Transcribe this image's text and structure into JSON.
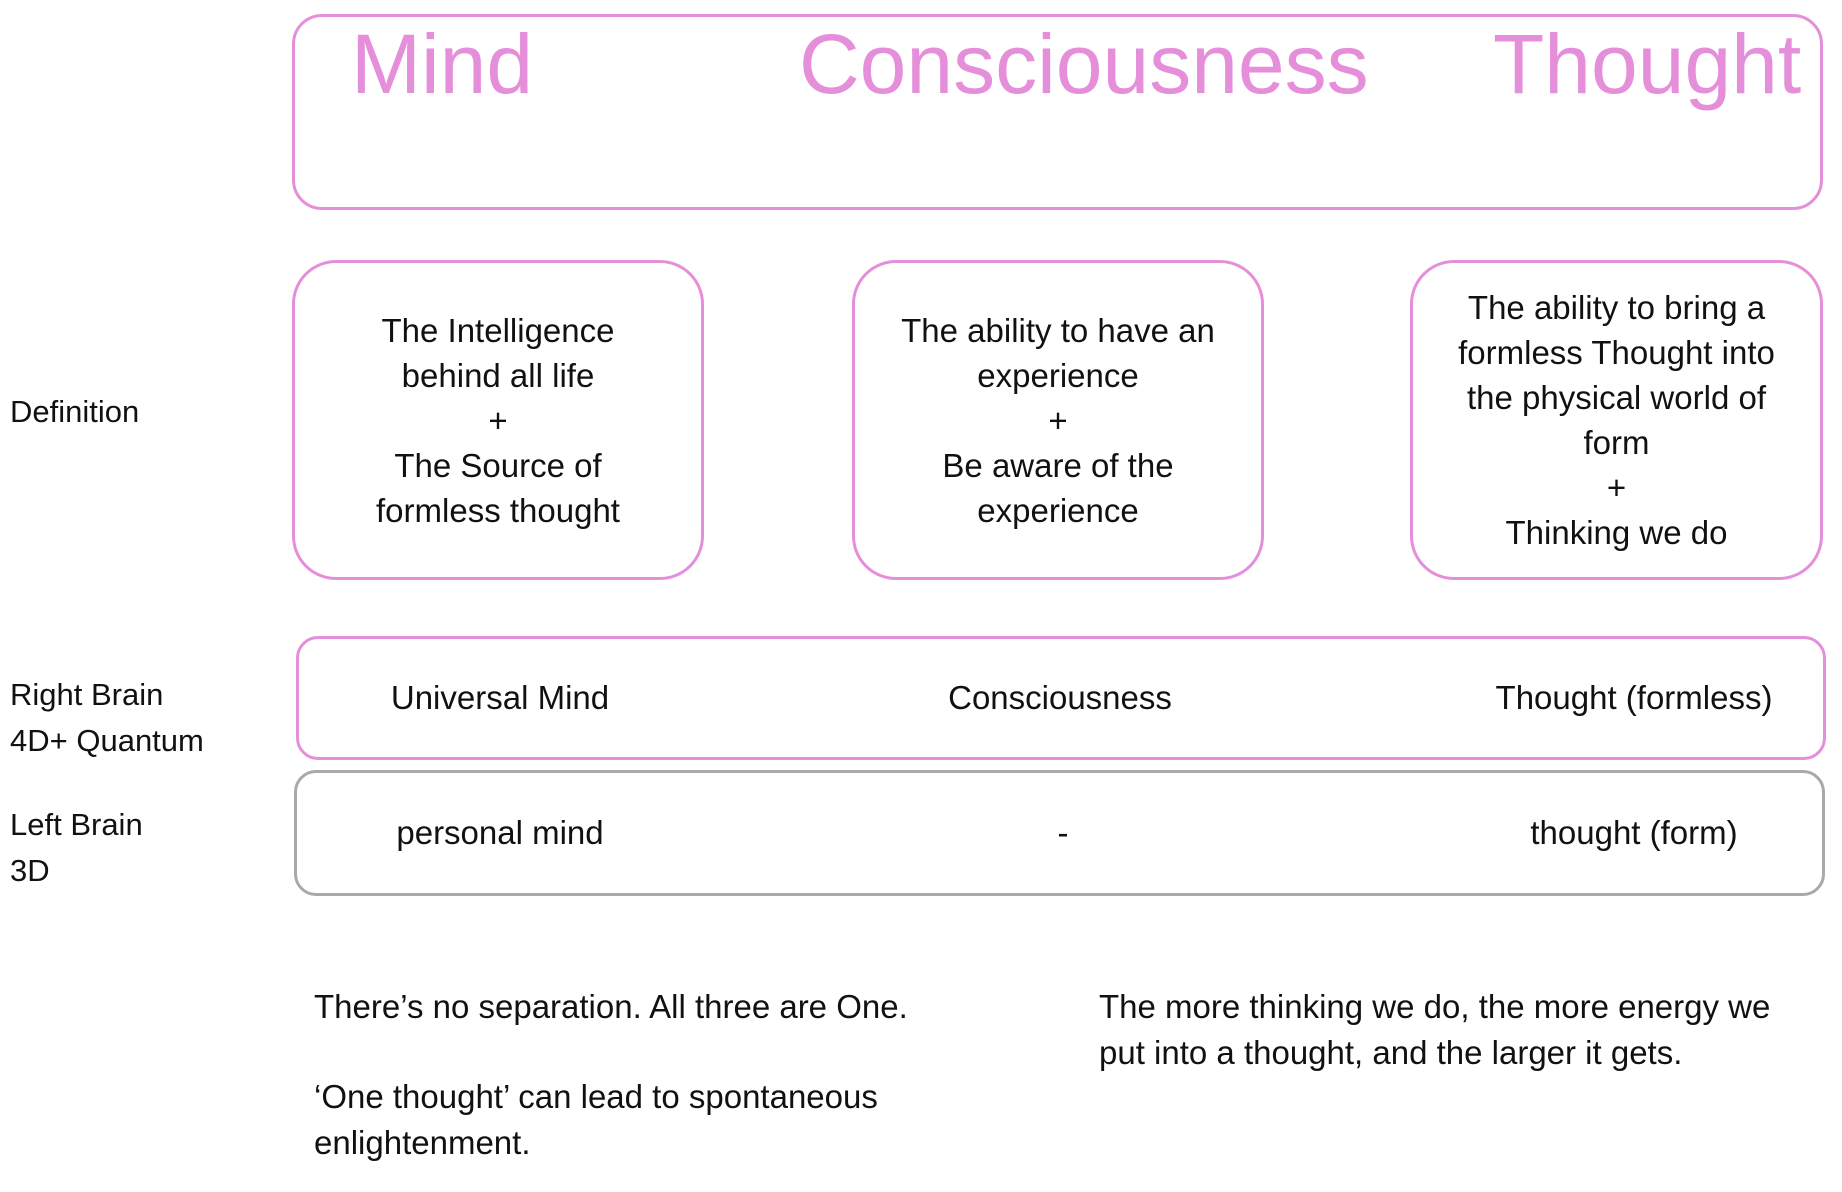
{
  "colors": {
    "accent": "#e58fdb",
    "neutral_border": "#a9a9a9",
    "text": "#111111"
  },
  "headers": {
    "mind": "Mind",
    "consciousness": "Consciousness",
    "thought": "Thought"
  },
  "row_labels": {
    "definition": "Definition",
    "right_brain_line1": "Right Brain",
    "right_brain_line2": "4D+ Quantum",
    "left_brain_line1": "Left Brain",
    "left_brain_line2": "3D"
  },
  "definitions": {
    "mind": [
      "The Intelligence",
      "behind all life",
      "+",
      "The Source of",
      "formless thought"
    ],
    "consciousness": [
      "The ability to have an",
      "experience",
      "+",
      "Be aware of the",
      "experience"
    ],
    "thought": [
      "The ability to bring a",
      "formless Thought into",
      "the physical world of",
      "form",
      "+",
      "Thinking we do"
    ]
  },
  "right_brain_row": {
    "mind": "Universal Mind",
    "consciousness": "Consciousness",
    "thought": "Thought (formless)"
  },
  "left_brain_row": {
    "mind": "personal mind",
    "consciousness": "-",
    "thought": "thought (form)"
  },
  "notes": {
    "left_p1": "There’s no separation. All three are One.",
    "left_p2": "‘One thought’ can lead to spontaneous enlightenment.",
    "right_p1": "The more thinking we do, the more energy we put into a thought, and the larger it gets."
  }
}
